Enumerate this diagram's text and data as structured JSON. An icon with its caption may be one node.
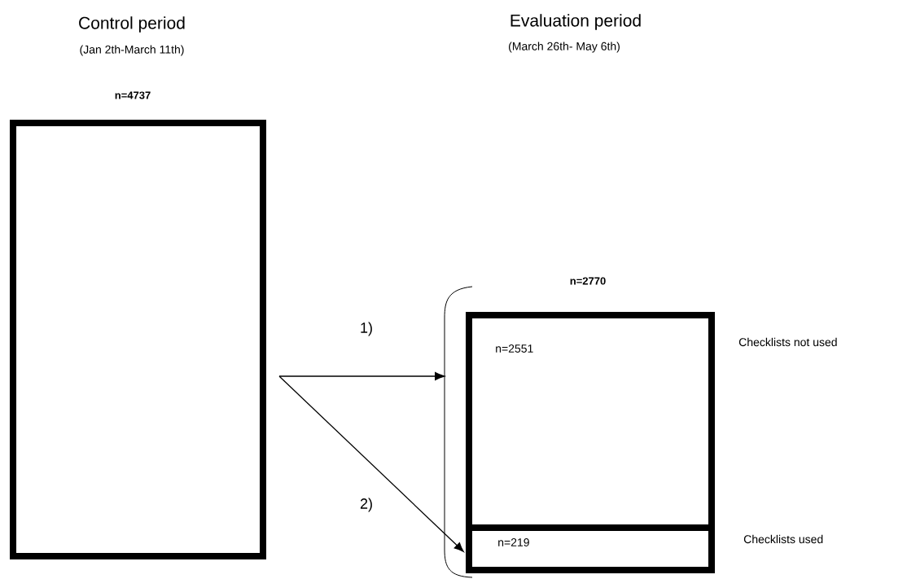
{
  "diagram": {
    "nodes": [
      {
        "text": [
          "Control period",
          "(Jan 2th-March 11th)",
          "n=4737"
        ]
      },
      {
        "text": [
          "n=2770"
        ]
      },
      {
        "text": [
          "n=2551"
        ],
        "in": 1,
        "beside": [
          "Checklists not used"
        ]
      },
      {
        "text": [
          "n=219"
        ],
        "in": 1,
        "beside": [
          "Checklists used"
        ]
      }
    ],
    "edges": [
      {
        "from": 0,
        "to": 1,
        "arrow": "to",
        "label": "1)"
      },
      {
        "from": 0,
        "to": 3,
        "arrow": "to",
        "label": "2)"
      }
    ],
    "labels": [
      "Evaluation period",
      "(March 26th- May 6th)"
    ]
  }
}
